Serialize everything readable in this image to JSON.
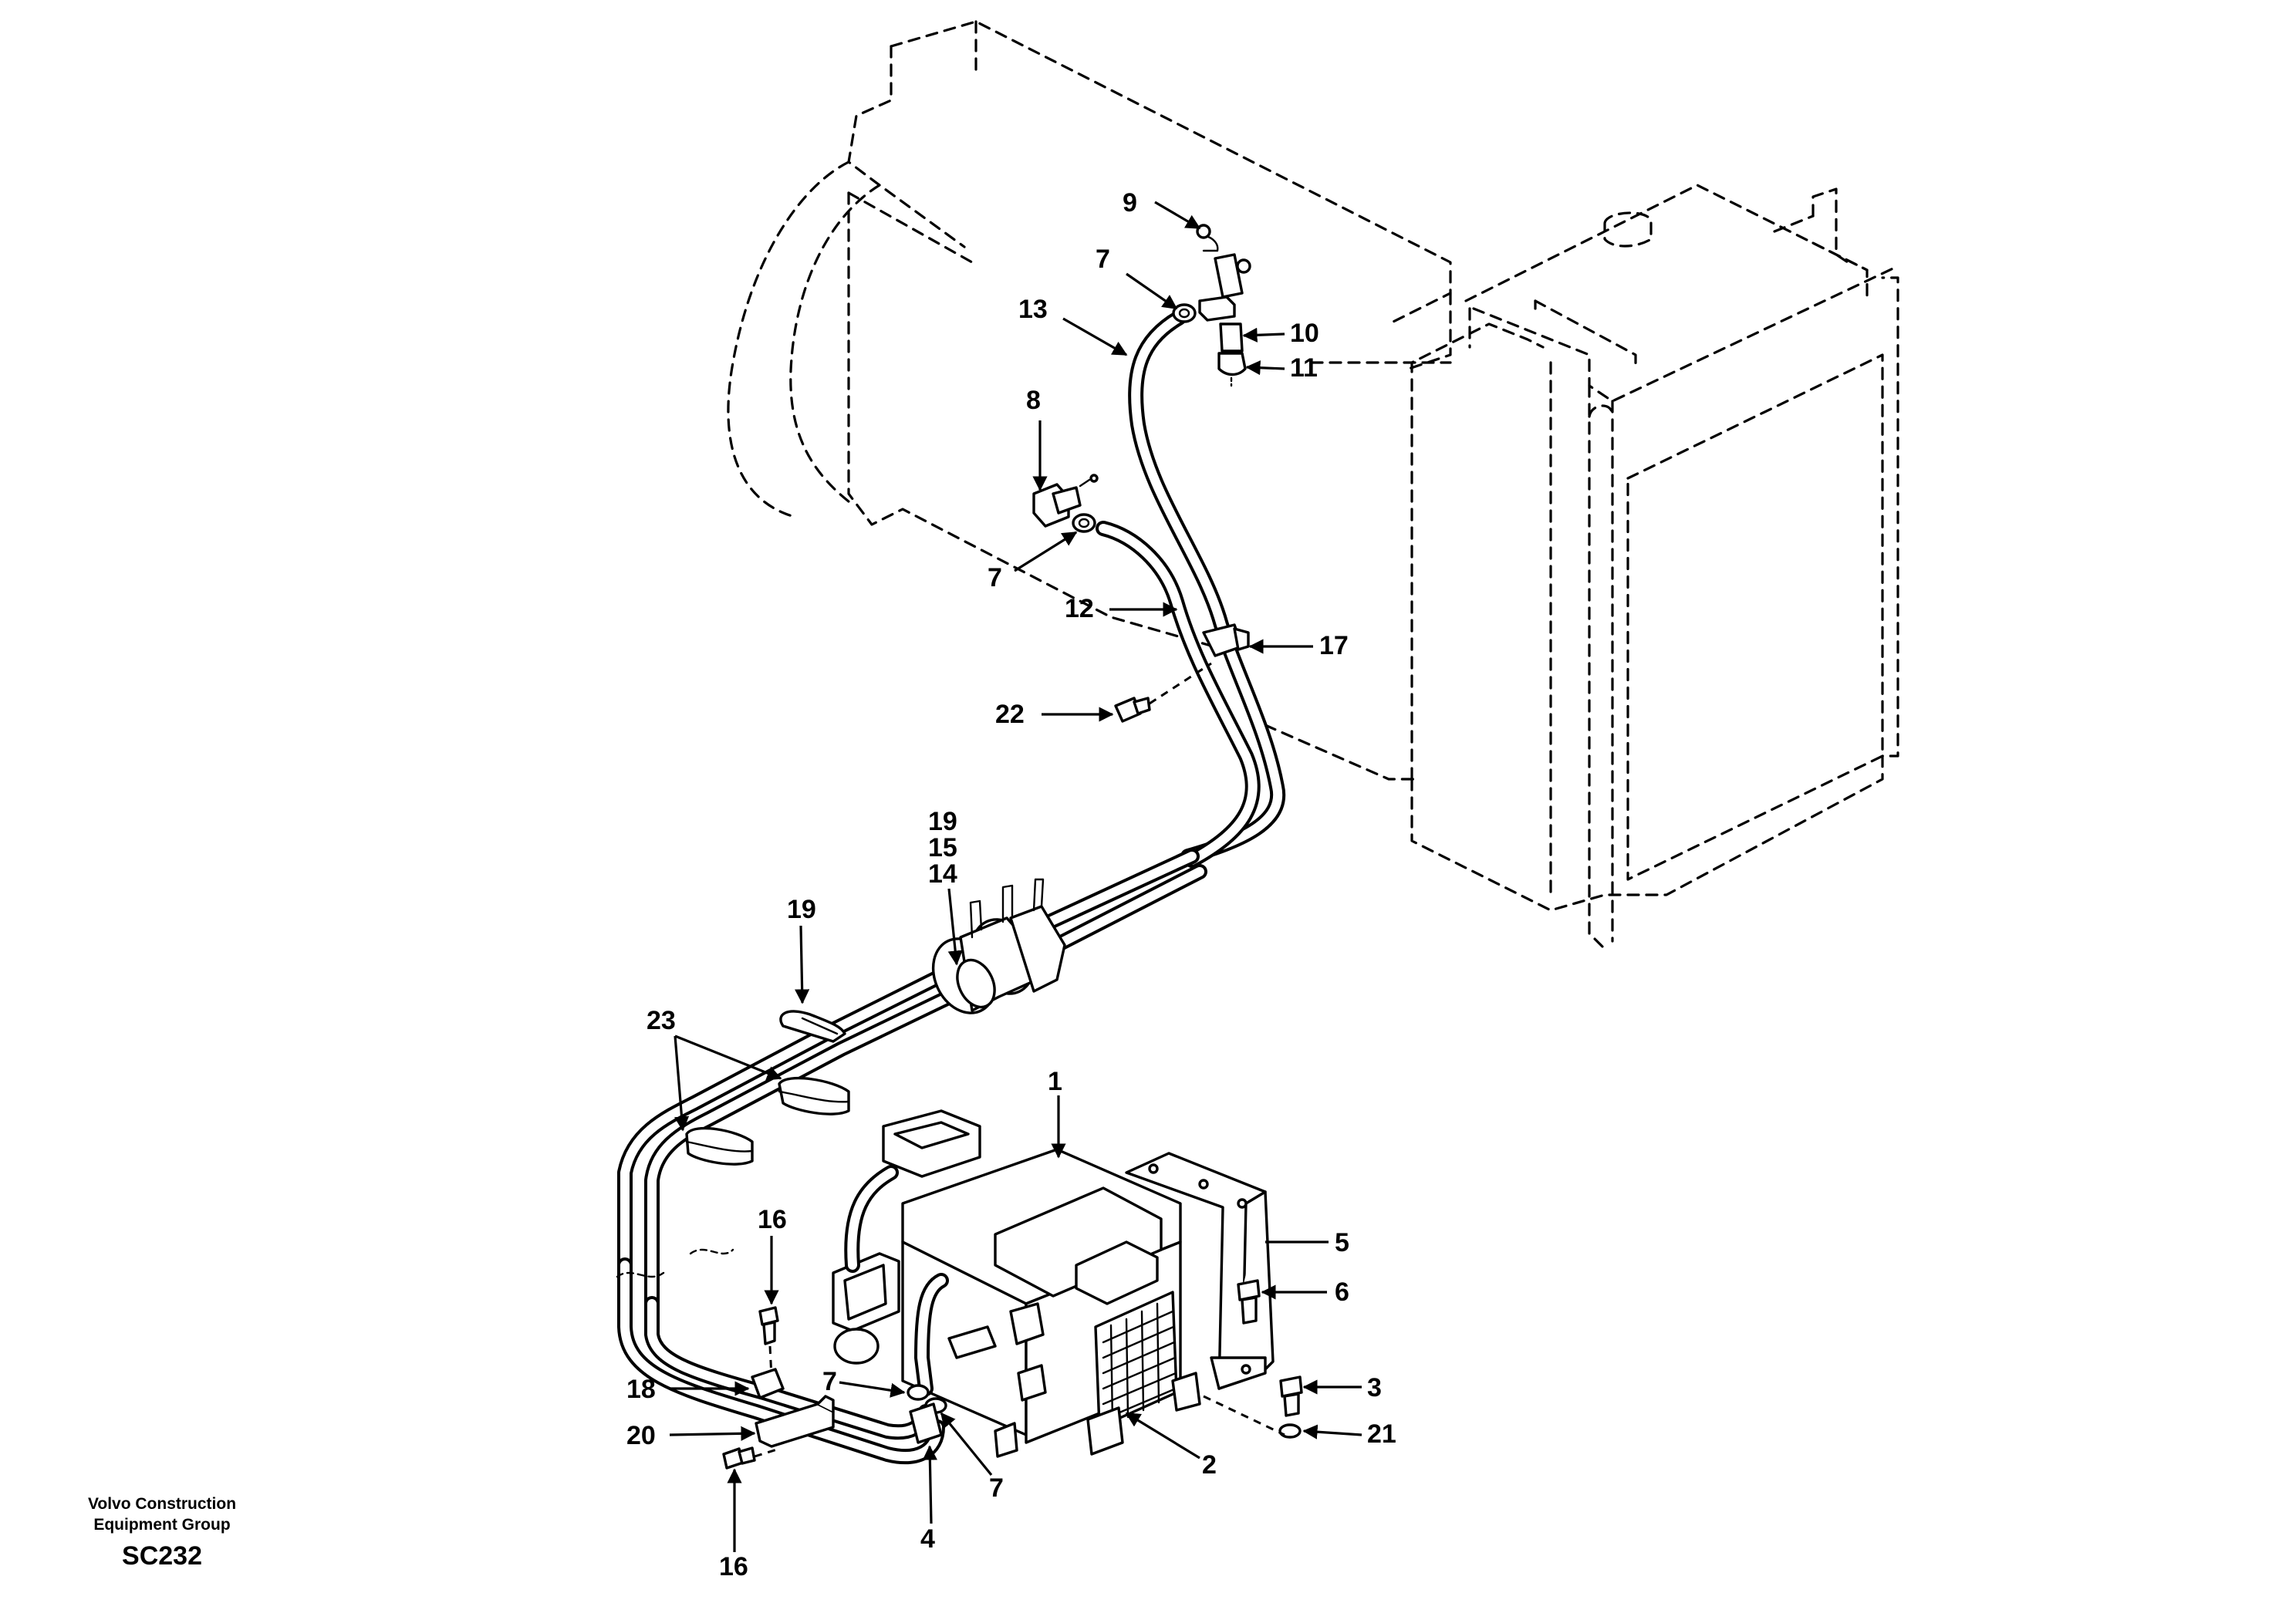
{
  "publisher": {
    "line1": "Volvo Construction",
    "line2": "Equipment Group",
    "code": "SC232"
  },
  "callouts": [
    "9",
    "7",
    "13",
    "10",
    "11",
    "8",
    "7",
    "12",
    "17",
    "22",
    "19",
    "15",
    "14",
    "19",
    "23",
    "1",
    "5",
    "6",
    "16",
    "3",
    "21",
    "18",
    "7",
    "20",
    "2",
    "7",
    "16",
    "4"
  ]
}
